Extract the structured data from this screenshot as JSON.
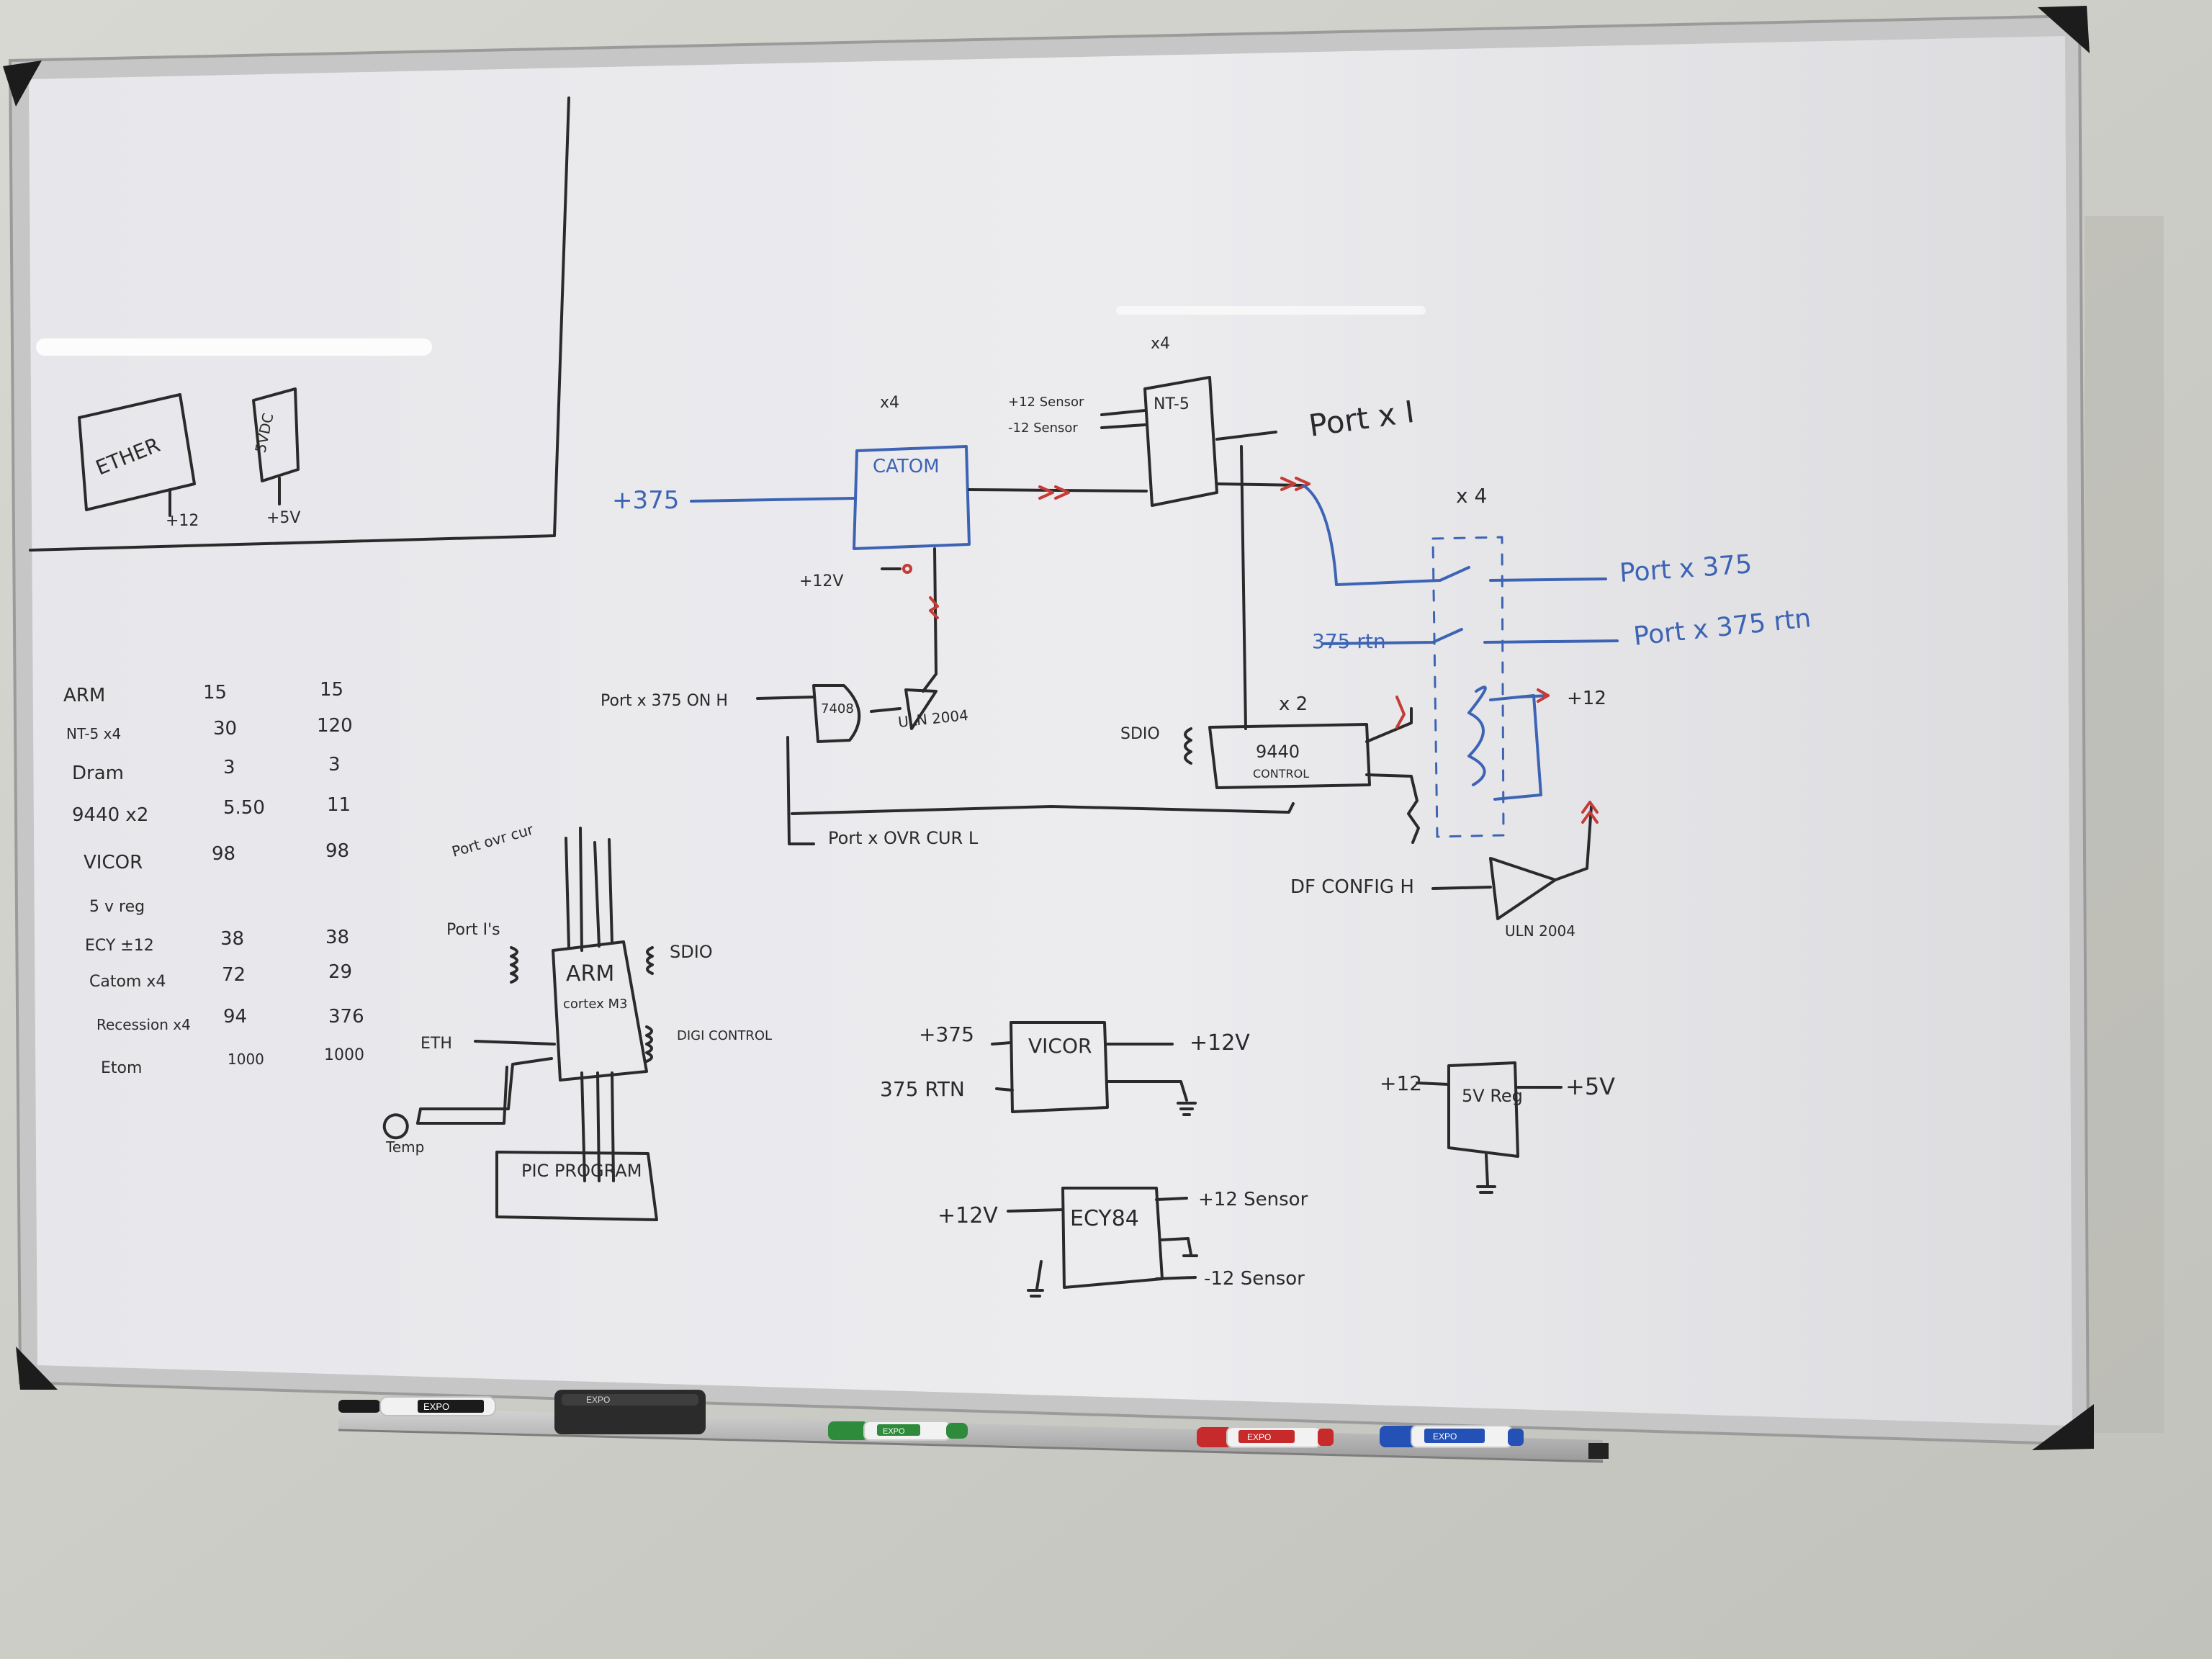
{
  "colors": {
    "wall": "#cfcfc9",
    "board": "#eaeaed",
    "frame": "#c3c3c3",
    "ink_black": "#2a2a2a",
    "ink_blue": "#3d64b4",
    "ink_red": "#c53b36",
    "marker_green": "#2e8b3b",
    "marker_red": "#c62a2a",
    "marker_blue": "#2351b6"
  },
  "board_labels": {
    "ethernet_box": "ETHER",
    "small_box": "5VDC",
    "plus12_small": "+12",
    "plus5_small": "+5V",
    "x4_catom": "x4",
    "catom": "CATOM",
    "x4_nt": "x4",
    "nt": "NT-5",
    "sensor_plus": "+12 Sensor",
    "sensor_minus": "-12 Sensor",
    "port_x_i": "Port x I",
    "v375_left": "+375",
    "plus12v_catom": "+12V",
    "x4_switch": "x 4",
    "port_x_375": "Port x 375",
    "rtn_375": "375 rtn",
    "port_x_375_rtn": "Port x 375 rtn",
    "port_x_375_on": "Port x 375 ON H",
    "gate": "7408",
    "driver_one": "ULN 2004",
    "x2": "x 2",
    "sdio": "SDIO",
    "chip_9440": "9440",
    "control": "CONTROL",
    "port_x_ovr": "Port x OVR CUR L",
    "plus12_relay": "+12",
    "df_config": "DF CONFIG H",
    "driver_two": "ULN 2004",
    "port_ovr_cur": "Port ovr cur",
    "port_i": "Port I's",
    "arm": "ARM",
    "cortex": "cortex M3",
    "sdio_arm": "SDIO",
    "eth_arm": "ETH",
    "digi_control": "DIGI CONTROL",
    "temp": "Temp",
    "pic": "PIC PROGRAM",
    "vicor_in": "+375",
    "vicor_rtn": "375 RTN",
    "vicor": "VICOR",
    "vicor_out": "+12V",
    "reg_in": "+12",
    "reg_box": "5V Reg",
    "reg_out": "+5V",
    "ecy_in": "+12V",
    "ecy": "ECY84",
    "ecy_out_plus": "+12 Sensor",
    "ecy_out_minus": "-12 Sensor"
  },
  "power_table": [
    {
      "item": "ARM",
      "a": "15",
      "b": "15"
    },
    {
      "item": "NT-5 x4",
      "a": "30",
      "b": "120"
    },
    {
      "item": "Dram",
      "a": "3",
      "b": "3"
    },
    {
      "item": "9440 x2",
      "a": "5.50",
      "b": "11"
    },
    {
      "item": "VICOR",
      "a": "98",
      "b": "98"
    },
    {
      "item": "5 v reg",
      "a": "",
      "b": ""
    },
    {
      "item": "ECY ±12",
      "a": "38",
      "b": "38"
    },
    {
      "item": "Catom x4",
      "a": "72",
      "b": "29"
    },
    {
      "item": "Recession x4",
      "a": "94",
      "b": "376"
    },
    {
      "item": "Etom",
      "a": "1000",
      "b": "1000"
    }
  ],
  "marker_tray": [
    {
      "name": "black-marker",
      "brand": "EXPO",
      "color": "#1b1b1b"
    },
    {
      "name": "eraser",
      "brand": "EXPO",
      "color": "#2a2a2a"
    },
    {
      "name": "green-marker",
      "brand": "EXPO",
      "color": "#2e8b3b"
    },
    {
      "name": "red-marker",
      "brand": "EXPO",
      "color": "#c62a2a"
    },
    {
      "name": "blue-marker",
      "brand": "EXPO",
      "color": "#2351b6"
    }
  ]
}
